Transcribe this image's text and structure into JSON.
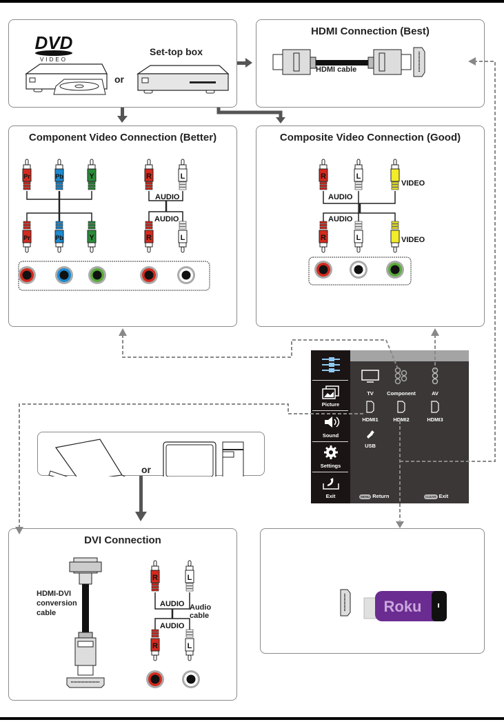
{
  "sources": {
    "dvd_logo": "DVD",
    "dvd_sub": "VIDEO",
    "or_label": "or",
    "settop_label": "Set-top box"
  },
  "hdmi": {
    "title": "HDMI Connection (Best)",
    "cable_label": "HDMI cable"
  },
  "component": {
    "title": "Component Video Connection (Better)",
    "plugs": [
      "Pr",
      "Pb",
      "Y",
      "R",
      "L"
    ],
    "audio_label": "AUDIO",
    "jack_colors": [
      "#d42a1e",
      "#1c8ad0",
      "#5aac3a",
      "#d42a1e",
      "#ffffff"
    ]
  },
  "composite": {
    "title": "Composite Video Connection (Good)",
    "plugs": [
      "R",
      "L"
    ],
    "audio_label": "AUDIO",
    "video_label": "VIDEO",
    "jack_colors": [
      "#d42a1e",
      "#ffffff",
      "#5aac3a"
    ]
  },
  "pc": {
    "or_label": "or"
  },
  "dvi": {
    "title": "DVI Connection",
    "cable_label_lines": [
      "HDMI-DVI",
      "conversion",
      "cable"
    ],
    "audio_label": "AUDIO",
    "audio_cable_lines": [
      "Audio",
      "cable"
    ],
    "plugs": [
      "R",
      "L"
    ]
  },
  "roku": {
    "brand": "Roku",
    "color": "#6b2c91"
  },
  "menu": {
    "side_items": [
      "Picture",
      "Sound",
      "Settings",
      "Exit"
    ],
    "sources": [
      "TV",
      "Component",
      "AV",
      "HDMI1",
      "HDMI2",
      "HDMI3",
      "USB"
    ],
    "footer_return_key": "MENU",
    "footer_return": "Return",
    "footer_exit_key": "CLEAR",
    "footer_exit": "Exit"
  },
  "colors": {
    "red": "#d42a1e",
    "blue": "#1c8ad0",
    "green": "#2a8a3a",
    "yellow": "#f2ec2a",
    "arrow": "#555555",
    "dashed": "#8a8a8a"
  }
}
